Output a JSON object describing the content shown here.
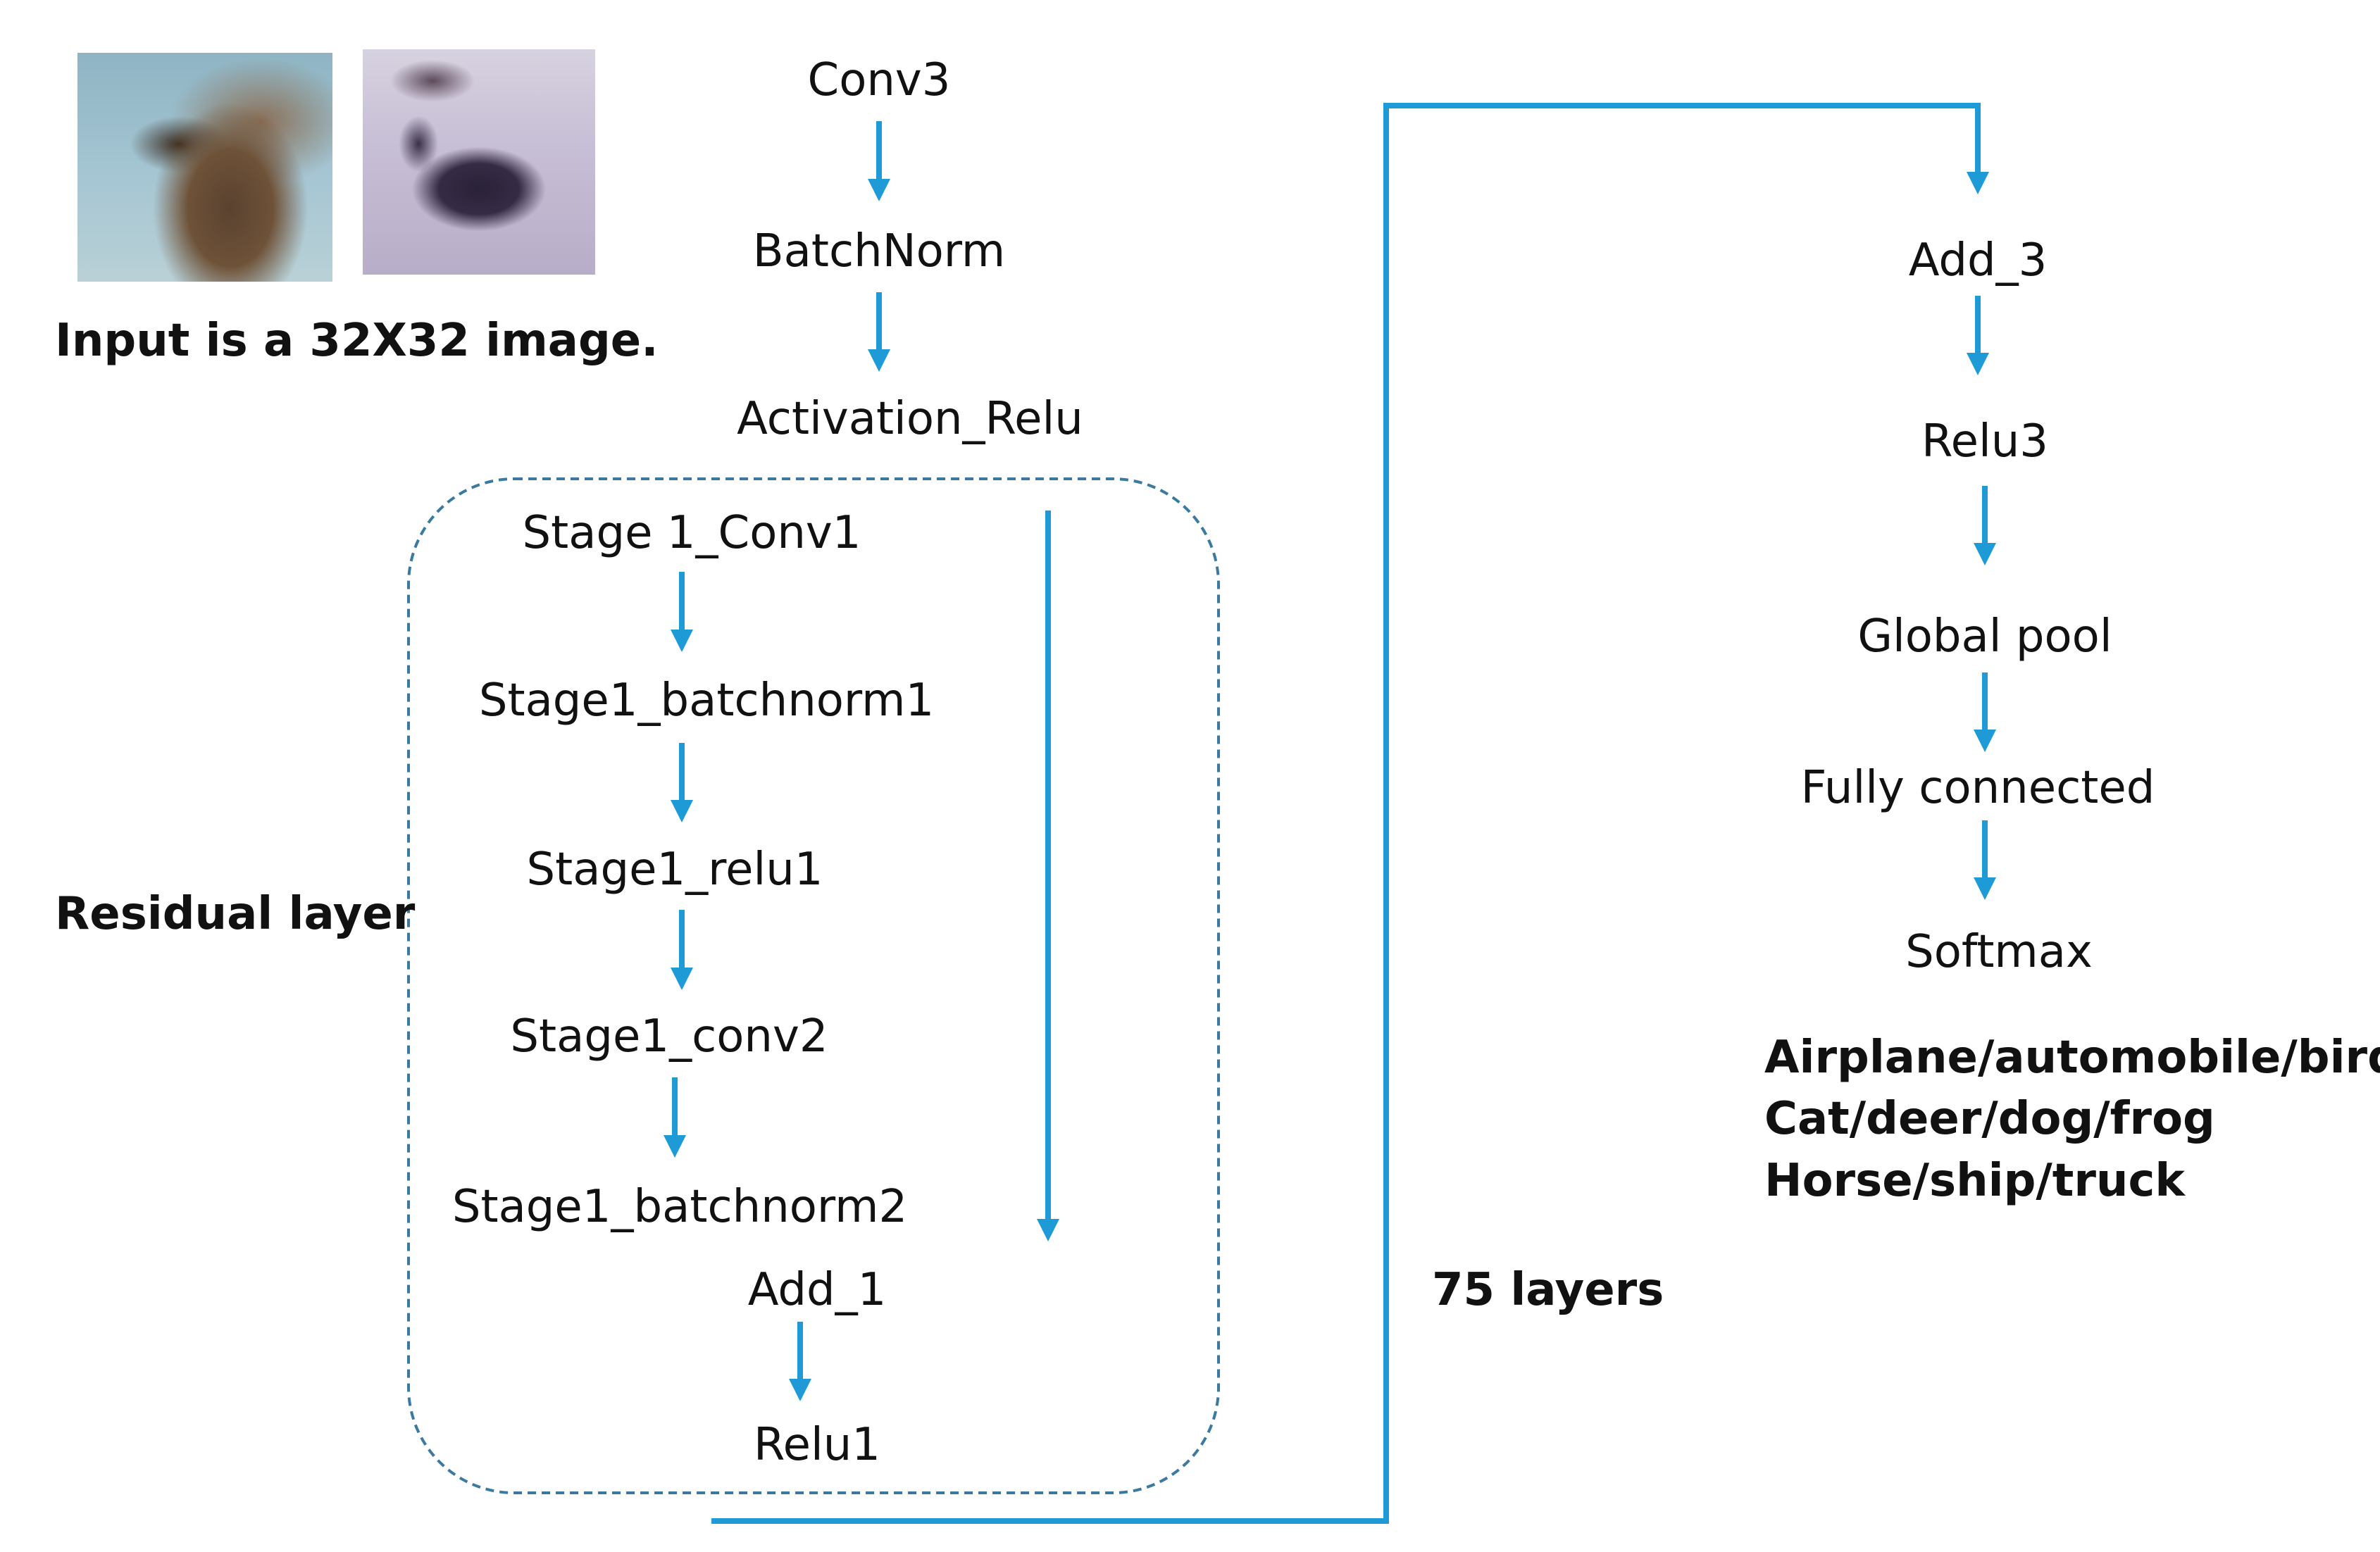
{
  "input_caption": "Input is a 32X32 image.",
  "residual_label": "Residual layer",
  "layers_label": "75 layers",
  "stem": {
    "conv": "Conv3",
    "batchnorm": "BatchNorm",
    "activation": "Activation_Relu"
  },
  "residual_block": {
    "conv1": "Stage 1_Conv1",
    "batchnorm1": "Stage1_batchnorm1",
    "relu1": "Stage1_relu1",
    "conv2": "Stage1_conv2",
    "batchnorm2": "Stage1_batchnorm2",
    "add": "Add_1",
    "relu": "Relu1"
  },
  "head": {
    "add": "Add_3",
    "relu": "Relu3",
    "pool": "Global pool",
    "fc": "Fully connected",
    "softmax": "Softmax"
  },
  "output_classes": [
    "Airplane/automobile/bird",
    "Cat/deer/dog/frog",
    "Horse/ship/truck"
  ],
  "colors": {
    "arrow": "#1e9ad6",
    "dashed_border": "#3a7aa0",
    "text": "#111111"
  }
}
